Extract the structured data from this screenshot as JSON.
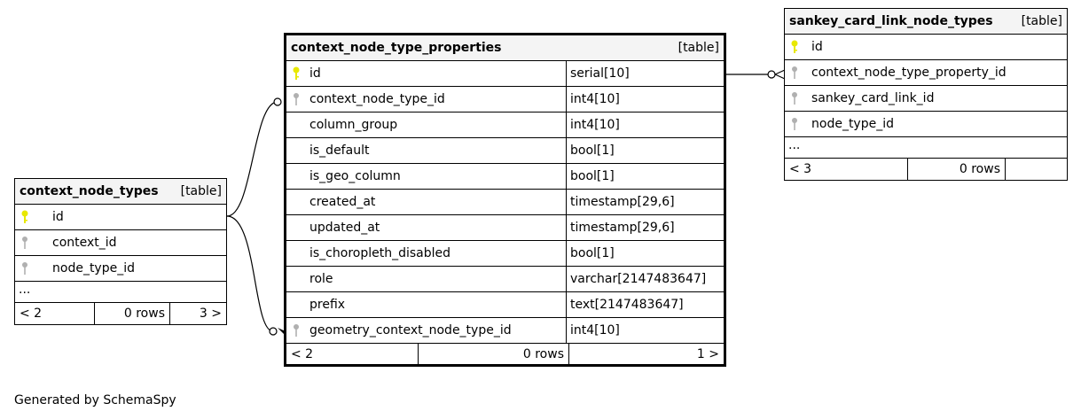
{
  "tables": {
    "context_node_types": {
      "name": "context_node_types",
      "kind": "[table]",
      "columns": [
        {
          "name": "id",
          "key": "primary"
        },
        {
          "name": "context_id",
          "key": "foreign"
        },
        {
          "name": "node_type_id",
          "key": "foreign"
        }
      ],
      "ellipsis": "...",
      "footer": {
        "left": "< 2",
        "rows": "0 rows",
        "right": "3 >"
      }
    },
    "context_node_type_properties": {
      "name": "context_node_type_properties",
      "kind": "[table]",
      "columns": [
        {
          "name": "id",
          "type": "serial[10]",
          "key": "primary"
        },
        {
          "name": "context_node_type_id",
          "type": "int4[10]",
          "key": "foreign"
        },
        {
          "name": "column_group",
          "type": "int4[10]",
          "key": ""
        },
        {
          "name": "is_default",
          "type": "bool[1]",
          "key": ""
        },
        {
          "name": "is_geo_column",
          "type": "bool[1]",
          "key": ""
        },
        {
          "name": "created_at",
          "type": "timestamp[29,6]",
          "key": ""
        },
        {
          "name": "updated_at",
          "type": "timestamp[29,6]",
          "key": ""
        },
        {
          "name": "is_choropleth_disabled",
          "type": "bool[1]",
          "key": ""
        },
        {
          "name": "role",
          "type": "varchar[2147483647]",
          "key": ""
        },
        {
          "name": "prefix",
          "type": "text[2147483647]",
          "key": ""
        },
        {
          "name": "geometry_context_node_type_id",
          "type": "int4[10]",
          "key": "foreign"
        }
      ],
      "footer": {
        "left": "< 2",
        "rows": "0 rows",
        "right": "1 >"
      }
    },
    "sankey_card_link_node_types": {
      "name": "sankey_card_link_node_types",
      "kind": "[table]",
      "columns": [
        {
          "name": "id",
          "key": "primary"
        },
        {
          "name": "context_node_type_property_id",
          "key": "foreign"
        },
        {
          "name": "sankey_card_link_id",
          "key": "foreign"
        },
        {
          "name": "node_type_id",
          "key": "foreign"
        }
      ],
      "ellipsis": "...",
      "footer": {
        "left": "< 3",
        "rows": "0 rows",
        "right": ""
      }
    }
  },
  "colors": {
    "primary_key": "#e8e800",
    "foreign_key": "#b0b0b0",
    "header_bg": "#f4f4f4"
  },
  "generated_by": "Generated by SchemaSpy"
}
